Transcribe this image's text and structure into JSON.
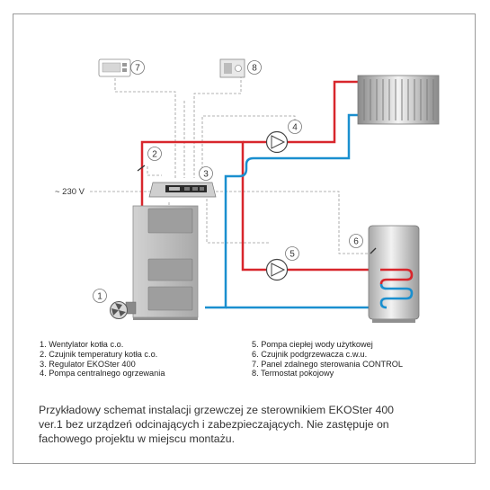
{
  "callouts": [
    "1",
    "2",
    "3",
    "4",
    "5",
    "6",
    "7",
    "8"
  ],
  "voltage_label": "~ 230 V",
  "legend": {
    "left": [
      "1. Wentylator kotła c.o.",
      "2. Czujnik temperatury kotła c.o.",
      "3. Regulator EKOSter 400",
      "4. Pompa centralnego ogrzewania"
    ],
    "right": [
      "5. Pompa ciepłej wody użytkowej",
      "6. Czujnik podgrzewacza c.w.u.",
      "7. Panel zdalnego sterowania CONTROL",
      "8. Termostat pokojowy"
    ]
  },
  "caption": {
    "line1": "Przykładowy schemat instalacji grzewczej ze sterownikiem EKOSter 400",
    "line2": "ver.1 bez urządzeń odcinających i zabezpieczających. Nie zastępuje on",
    "line3": "fachowego projektu w miejscu montażu."
  },
  "colors": {
    "supply_pipe": "#d8262c",
    "return_pipe": "#1a8fcf",
    "wiring": "#9a9a9a",
    "boiler": "#bdbdbd",
    "frame": "#9a9a9a"
  }
}
